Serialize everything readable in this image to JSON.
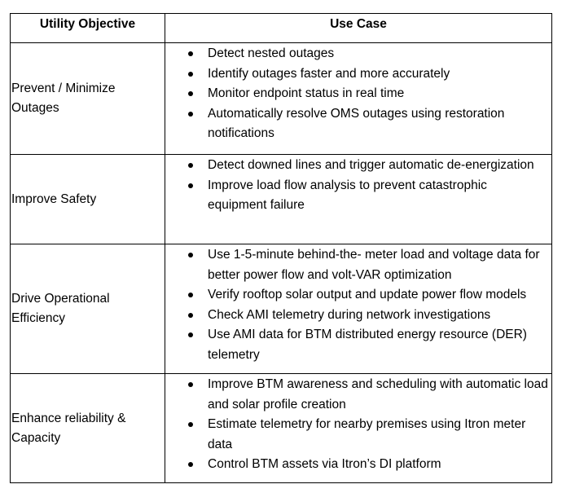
{
  "table": {
    "headers": [
      "Utility Objective",
      "Use Case"
    ],
    "rows": [
      {
        "objective": "Prevent / Minimize Outages",
        "use_cases": [
          "Detect nested outages",
          "Identify outages faster and more accurately",
          "Monitor endpoint status in real time",
          "Automatically resolve OMS outages using restoration notifications"
        ]
      },
      {
        "objective": "Improve Safety",
        "use_cases": [
          "Detect downed lines and trigger automatic de-energization",
          "Improve load flow analysis to prevent catastrophic equipment failure"
        ]
      },
      {
        "objective": "Drive Operational Efficiency",
        "use_cases": [
          "Use 1-5-minute behind-the- meter load and voltage data for better power flow and volt-VAR optimization",
          "Verify rooftop solar output and update power flow models",
          "Check AMI telemetry during network investigations",
          "Use AMI data for BTM distributed energy resource (DER) telemetry"
        ]
      },
      {
        "objective": "Enhance reliability & Capacity",
        "use_cases": [
          "Improve BTM awareness and scheduling with automatic load and solar profile creation",
          "Estimate telemetry for nearby premises using Itron meter data",
          "Control BTM assets via Itron’s DI platform"
        ]
      }
    ]
  }
}
